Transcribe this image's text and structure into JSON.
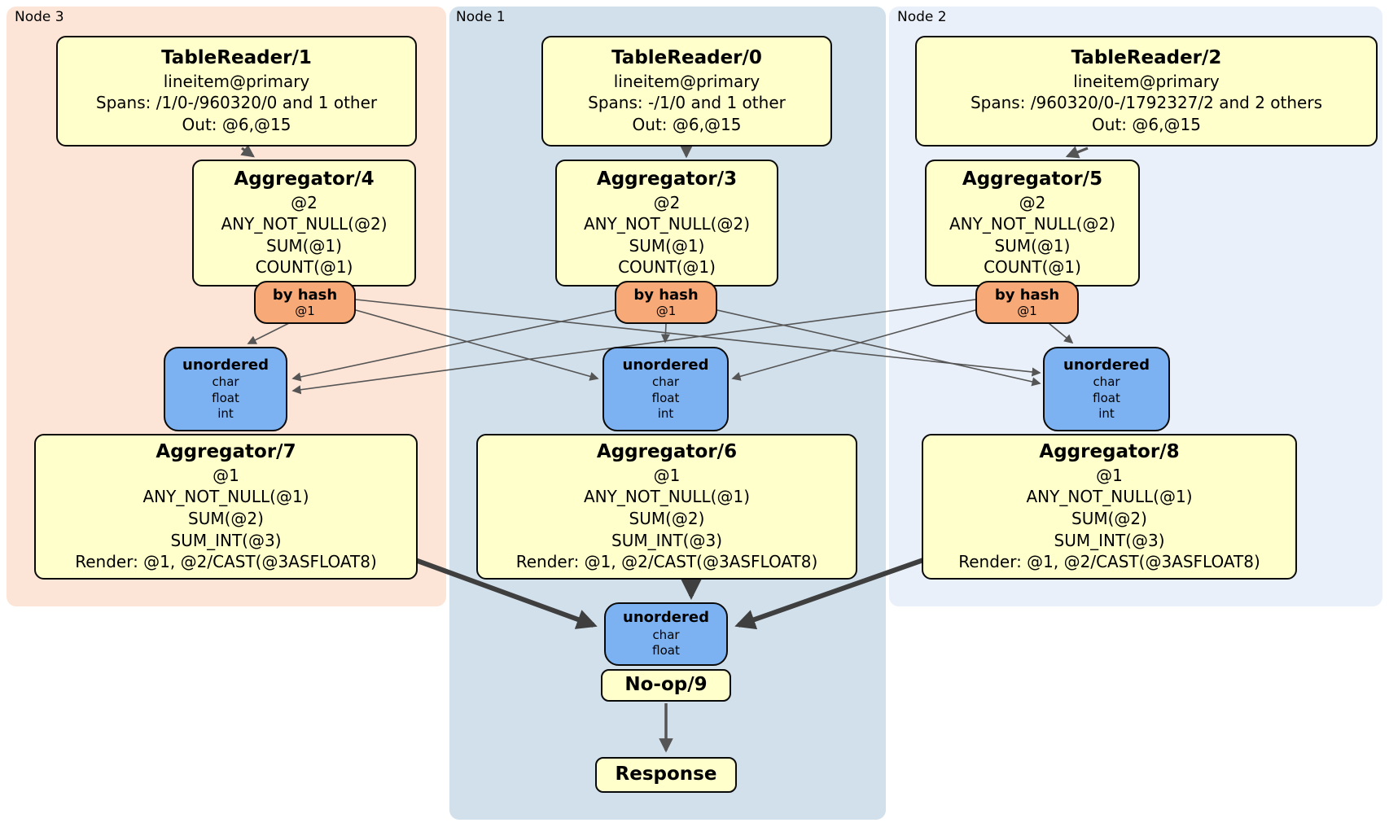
{
  "colors": {
    "node3_bg": "#fce4d6",
    "node1_bg": "#d2e0eb",
    "node2_bg": "#eaf0f9",
    "process_bg": "#ffffcc",
    "router_bg": "#f7a978",
    "sync_bg": "#7cb1f2",
    "edge": "#555555",
    "edge_thick": "#3f3f3f"
  },
  "nodes": [
    {
      "label": "Node 3",
      "tablereader": {
        "title": "TableReader/1",
        "lines": [
          "lineitem@primary",
          "Spans: /1/0-/960320/0 and 1 other",
          "Out: @6,@15"
        ]
      },
      "aggregator_top": {
        "title": "Aggregator/4",
        "lines": [
          "@2",
          "ANY_NOT_NULL(@2)",
          "SUM(@1)",
          "COUNT(@1)"
        ]
      },
      "router": {
        "title": "by hash",
        "lines": [
          "@1"
        ]
      },
      "sync": {
        "title": "unordered",
        "lines": [
          "char",
          "float",
          "int"
        ]
      },
      "aggregator_bottom": {
        "title": "Aggregator/7",
        "lines": [
          "@1",
          "ANY_NOT_NULL(@1)",
          "SUM(@2)",
          "SUM_INT(@3)",
          "Render: @1, @2/CAST(@3ASFLOAT8)"
        ]
      }
    },
    {
      "label": "Node 1",
      "tablereader": {
        "title": "TableReader/0",
        "lines": [
          "lineitem@primary",
          "Spans: -/1/0 and 1 other",
          "Out: @6,@15"
        ]
      },
      "aggregator_top": {
        "title": "Aggregator/3",
        "lines": [
          "@2",
          "ANY_NOT_NULL(@2)",
          "SUM(@1)",
          "COUNT(@1)"
        ]
      },
      "router": {
        "title": "by hash",
        "lines": [
          "@1"
        ]
      },
      "sync": {
        "title": "unordered",
        "lines": [
          "char",
          "float",
          "int"
        ]
      },
      "aggregator_bottom": {
        "title": "Aggregator/6",
        "lines": [
          "@1",
          "ANY_NOT_NULL(@1)",
          "SUM(@2)",
          "SUM_INT(@3)",
          "Render: @1, @2/CAST(@3ASFLOAT8)"
        ]
      }
    },
    {
      "label": "Node 2",
      "tablereader": {
        "title": "TableReader/2",
        "lines": [
          "lineitem@primary",
          "Spans: /960320/0-/1792327/2 and 2 others",
          "Out: @6,@15"
        ]
      },
      "aggregator_top": {
        "title": "Aggregator/5",
        "lines": [
          "@2",
          "ANY_NOT_NULL(@2)",
          "SUM(@1)",
          "COUNT(@1)"
        ]
      },
      "router": {
        "title": "by hash",
        "lines": [
          "@1"
        ]
      },
      "sync": {
        "title": "unordered",
        "lines": [
          "char",
          "float",
          "int"
        ]
      },
      "aggregator_bottom": {
        "title": "Aggregator/8",
        "lines": [
          "@1",
          "ANY_NOT_NULL(@1)",
          "SUM(@2)",
          "SUM_INT(@3)",
          "Render: @1, @2/CAST(@3ASFLOAT8)"
        ]
      }
    }
  ],
  "output": {
    "sync": {
      "title": "unordered",
      "lines": [
        "char",
        "float"
      ]
    },
    "noop": {
      "title": "No-op/9"
    },
    "response": {
      "title": "Response"
    }
  }
}
